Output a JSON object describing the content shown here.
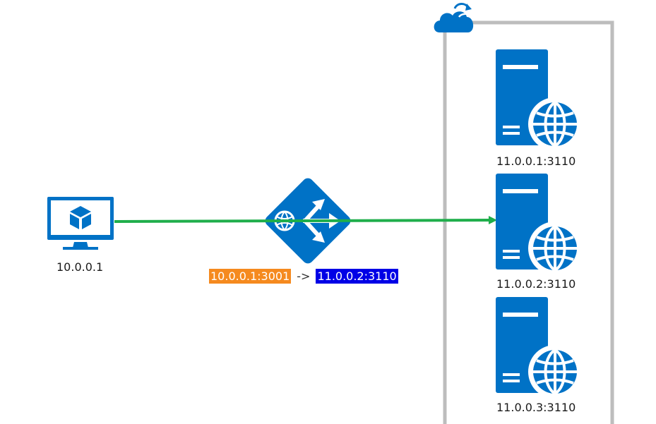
{
  "client": {
    "ip": "10.0.0.1"
  },
  "flow": {
    "source": "10.0.0.1:3001",
    "arrow": "->",
    "destination": "11.0.0.2:3110"
  },
  "servers": [
    {
      "label": "11.0.0.1:3110"
    },
    {
      "label": "11.0.0.2:3110"
    },
    {
      "label": "11.0.0.3:3110"
    }
  ],
  "colors": {
    "azure_blue": "#0072C6",
    "connection_green": "#1FAE4B",
    "source_highlight": "#F58A1F",
    "destination_highlight": "#0000E6",
    "cloud_border": "#BDBDBD"
  },
  "icons": {
    "client": "azure-vm-monitor-icon",
    "load_balancer": "load-balancer-icon",
    "cloud": "cloud-service-icon",
    "server": "web-server-globe-icon"
  }
}
